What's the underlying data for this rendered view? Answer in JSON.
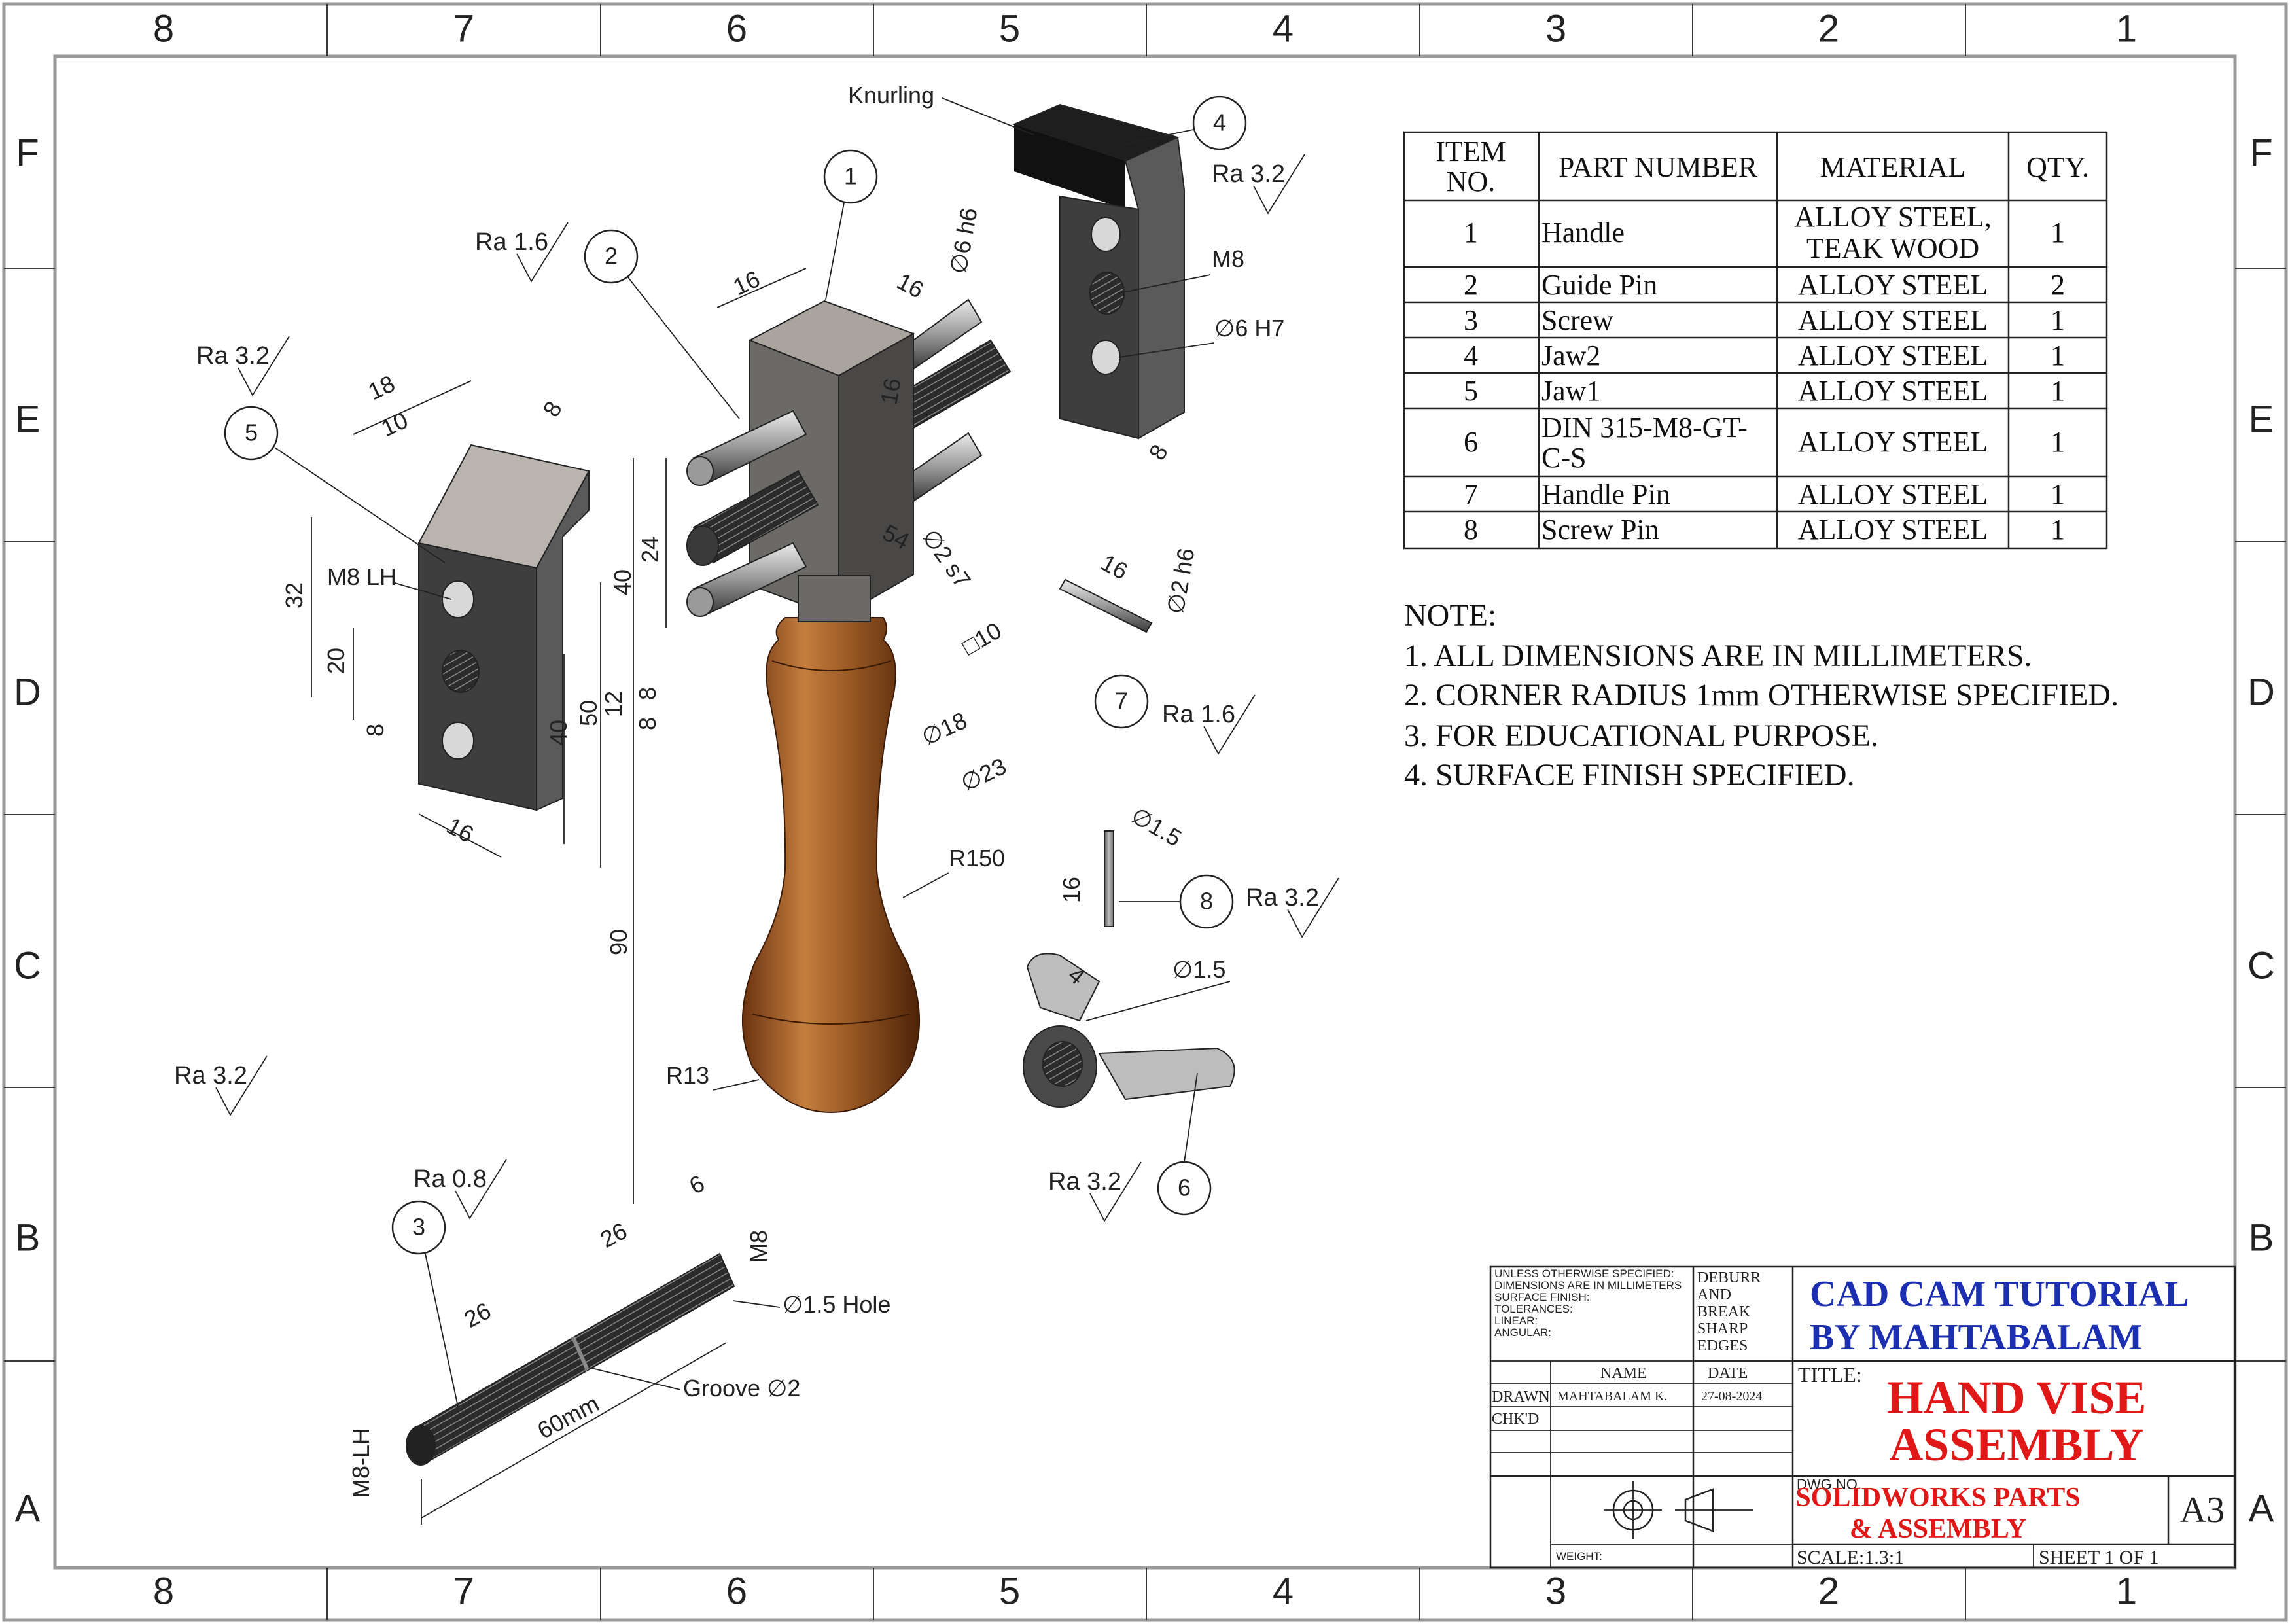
{
  "zones": {
    "top": [
      "8",
      "7",
      "6",
      "5",
      "4",
      "3",
      "2",
      "1"
    ],
    "bottom": [
      "8",
      "7",
      "6",
      "5",
      "4",
      "3",
      "2",
      "1"
    ],
    "left": [
      "F",
      "E",
      "D",
      "C",
      "B",
      "A"
    ],
    "right": [
      "F",
      "E",
      "D",
      "C",
      "B",
      "A"
    ]
  },
  "bom": {
    "headers": [
      "ITEM",
      "NO.",
      "PART NUMBER",
      "MATERIAL",
      "QTY."
    ],
    "rows": [
      {
        "no": "1",
        "part": "Handle",
        "material": "ALLOY STEEL,",
        "material2": "TEAK WOOD",
        "qty": "1"
      },
      {
        "no": "2",
        "part": "Guide Pin",
        "material": "ALLOY STEEL",
        "qty": "2"
      },
      {
        "no": "3",
        "part": "Screw",
        "material": "ALLOY STEEL",
        "qty": "1"
      },
      {
        "no": "4",
        "part": "Jaw2",
        "material": "ALLOY STEEL",
        "qty": "1"
      },
      {
        "no": "5",
        "part": "Jaw1",
        "material": "ALLOY STEEL",
        "qty": "1"
      },
      {
        "no": "6",
        "part": "DIN 315-M8-GT-",
        "part2": "C-S",
        "material": "ALLOY STEEL",
        "qty": "1"
      },
      {
        "no": "7",
        "part": "Handle Pin",
        "material": "ALLOY STEEL",
        "qty": "1"
      },
      {
        "no": "8",
        "part": "Screw Pin",
        "material": "ALLOY STEEL",
        "qty": "1"
      }
    ]
  },
  "notes": {
    "title": "NOTE:",
    "items": [
      "1.    ALL DIMENSIONS ARE IN MILLIMETERS.",
      "2.   CORNER RADIUS 1mm OTHERWISE SPECIFIED.",
      "3.   FOR EDUCATIONAL PURPOSE.",
      "4.   SURFACE FINISH SPECIFIED."
    ]
  },
  "title_block": {
    "unless": [
      "UNLESS OTHERWISE SPECIFIED:",
      "DIMENSIONS ARE IN MILLIMETERS",
      "SURFACE FINISH:",
      "TOLERANCES:",
      "   LINEAR:",
      "   ANGULAR:"
    ],
    "deburr": [
      "DEBURR",
      "AND",
      "BREAK",
      "SHARP",
      "EDGES"
    ],
    "name_label": "NAME",
    "date_label": "DATE",
    "drawn_label": "DRAWN",
    "drawn_name": "MAHTABALAM K.",
    "drawn_date": "27-08-2024",
    "chkd_label": "CHK'D",
    "weight_label": "WEIGHT:",
    "company_line1": "CAD CAM TUTORIAL",
    "company_line2": "BY MAHTABALAM",
    "title_label": "TITLE:",
    "title_line1": "HAND VISE",
    "title_line2": "ASSEMBLY",
    "dwg_label": "DWG NO.",
    "dwg_line1": "SOLIDWORKS PARTS",
    "dwg_line2": "& ASSEMBLY",
    "size": "A3",
    "scale": "SCALE:1.3:1",
    "sheet": "SHEET 1 OF 1"
  },
  "annotations": {
    "knurling": "Knurling",
    "m8": "M8",
    "m8_lh": "M8 LH",
    "d6h7": "∅6 H7",
    "d6h6": "∅6 h6",
    "d2s7": "∅2 s7",
    "d2h6": "∅2 h6",
    "sq10": "□10",
    "d18": "∅18",
    "d23": "∅23",
    "r150": "R150",
    "r13": "R13",
    "d15a": "∅1.5",
    "d15b": "∅1.5",
    "d15hole": "∅1.5 Hole",
    "groove": "Groove ∅2",
    "sixty": "60mm",
    "m8lh_screw": "M8-LH",
    "m8_screw": "M8"
  },
  "dims": {
    "d16a": "16",
    "d16b": "16",
    "d16c": "16",
    "d16d": "16",
    "d16e": "16",
    "d18": "18",
    "d10": "10",
    "d8a": "8",
    "d8b": "8",
    "d8c": "8",
    "d8d": "8",
    "d8e": "8",
    "d32": "32",
    "d20": "20",
    "d40a": "40",
    "d40b": "40",
    "d50": "50",
    "d24": "24",
    "d54": "54",
    "d12": "12",
    "d90": "90",
    "d26a": "26",
    "d26b": "26",
    "d6": "6",
    "d4": "4",
    "d16f": "16"
  },
  "surface": {
    "ra1": "Ra 1.6",
    "ra2": "Ra 3.2",
    "ra3": "Ra 3.2",
    "ra4": "Ra 1.6",
    "ra5": "Ra 3.2",
    "ra6": "Ra 0.8",
    "ra7": "Ra 3.2",
    "ra8": "Ra 3.2"
  },
  "balloons": [
    "1",
    "2",
    "3",
    "4",
    "5",
    "6",
    "7",
    "8"
  ],
  "colors": {
    "border": "#9a9a9a",
    "wood": "#9a5a24",
    "steel": "#8a8a8a",
    "dark_steel": "#3a3a3a",
    "company": "#1c2fb0",
    "title": "#e01818"
  }
}
